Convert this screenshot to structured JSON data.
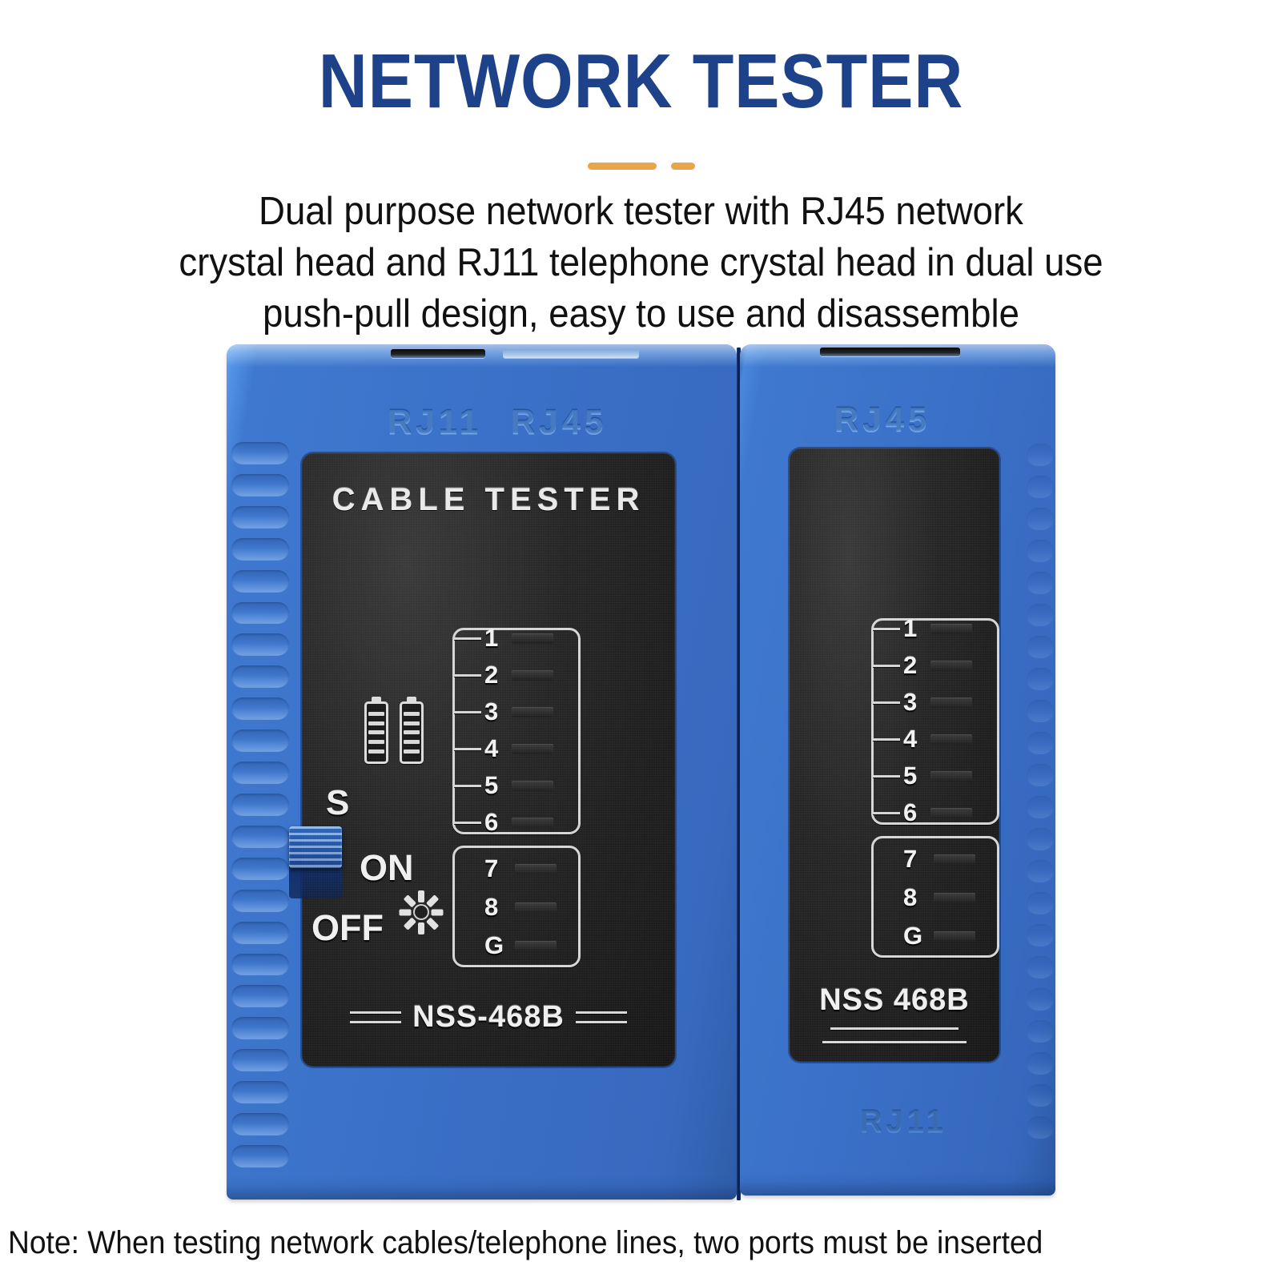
{
  "header": {
    "title": "NETWORK TESTER",
    "divider": {
      "long_bar": "",
      "short_bar": "",
      "color": "#e8a54a"
    },
    "subtitle_lines": [
      "Dual purpose network tester with RJ45 network",
      "crystal head and RJ11 telephone crystal head in dual use",
      "push-pull design, easy to use and disassemble"
    ]
  },
  "footer": {
    "note": "Note: When testing network cables/telephone lines, two ports must be inserted"
  },
  "colors": {
    "title_blue": "#1e4289",
    "accent_orange": "#e8a54a",
    "case_blue": "#3a6fc6",
    "case_blue_light": "#4f8ee2",
    "case_blue_dark": "#2f5da8",
    "panel_black": "#262626",
    "silkscreen_white": "#efefef"
  },
  "devices": {
    "left": {
      "name": "main-unit",
      "top_port_labels": [
        "RJ11",
        "RJ45"
      ],
      "panel_heading": "CABLE TESTER",
      "battery_count": 2,
      "switch": {
        "top_label": "S",
        "on_label": "ON",
        "off_label": "OFF",
        "position": "ON",
        "lamp_icon": "sunburst-icon"
      },
      "led_group_main": {
        "labels": [
          "1",
          "2",
          "3",
          "4",
          "5",
          "6"
        ]
      },
      "led_group_extra": {
        "labels": [
          "7",
          "8",
          "G"
        ]
      },
      "model": "NSS-468B"
    },
    "right": {
      "name": "remote-unit",
      "top_port_labels": [
        "RJ45"
      ],
      "bottom_port_label": "RJ11",
      "led_group_main": {
        "labels": [
          "1",
          "2",
          "3",
          "4",
          "5",
          "6"
        ]
      },
      "led_group_extra": {
        "labels": [
          "7",
          "8",
          "G"
        ]
      },
      "model": "NSS 468B"
    }
  }
}
